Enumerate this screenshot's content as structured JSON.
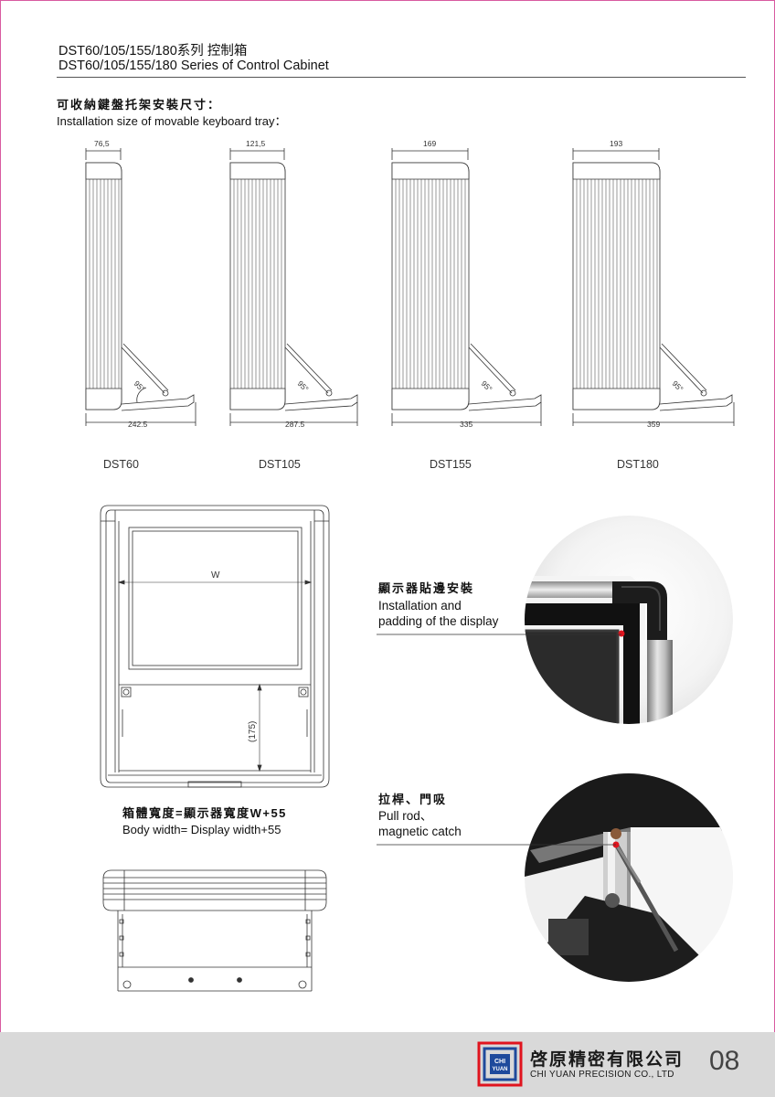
{
  "header": {
    "title_cn": "DST60/105/155/180系列 控制箱",
    "title_en": "DST60/105/155/180 Series of Control Cabinet"
  },
  "section": {
    "title_cn": "可收納鍵盤托架安裝尺寸：",
    "title_en": "Installation size of movable keyboard tray："
  },
  "profiles": [
    {
      "model": "DST60",
      "top_width": "76,5",
      "bottom_width": "242.5",
      "angle": "95°"
    },
    {
      "model": "DST105",
      "top_width": "121,5",
      "bottom_width": "287.5",
      "angle": "95°"
    },
    {
      "model": "DST155",
      "top_width": "169",
      "bottom_width": "335",
      "angle": "95°"
    },
    {
      "model": "DST180",
      "top_width": "193",
      "bottom_width": "359",
      "angle": "95°"
    }
  ],
  "front_view": {
    "width_label": "W",
    "height_label": "(175)",
    "caption_cn": "箱體寬度=顯示器寬度W+55",
    "caption_en": "Body width= Display width+55"
  },
  "annotations": [
    {
      "title_cn": "顯示器貼邊安裝",
      "line1_en": "Installation and",
      "line2_en": "padding of the display"
    },
    {
      "title_cn": "拉桿、門吸",
      "line1_en": "Pull rod、",
      "line2_en": "magnetic catch"
    }
  ],
  "footer": {
    "logo_text_top": "CHI",
    "logo_text_bottom": "YUAN",
    "company_cn": "啓原精密有限公司",
    "company_en": "CHI YUAN PRECISION CO., LTD",
    "page_number": "08"
  },
  "colors": {
    "accent_red": "#e0141e",
    "logo_blue": "#1e4a9c",
    "footer_gray": "#d9d9d9"
  }
}
